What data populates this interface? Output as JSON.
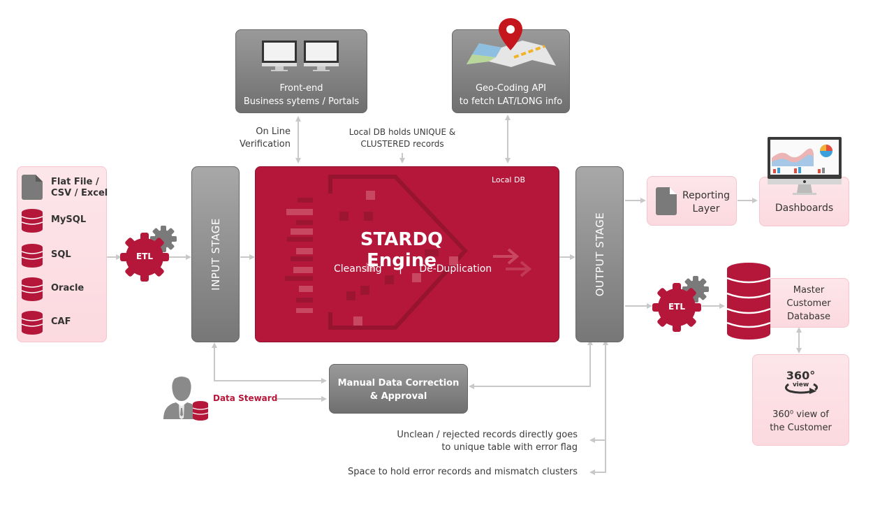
{
  "colors": {
    "brand_red": "#b5173a",
    "connector": "#c8c8c8",
    "stage_grey": "#8a8a8a",
    "pink_bg": "#fde3e8",
    "red_label": "#b5173a"
  },
  "sources": {
    "items": [
      {
        "label_line1": "Flat File /",
        "label_line2": "CSV / Excel",
        "icon": "file-icon"
      },
      {
        "label_line1": "MySQL",
        "icon": "database-icon"
      },
      {
        "label_line1": "SQL",
        "icon": "database-icon"
      },
      {
        "label_line1": "Oracle",
        "icon": "database-icon"
      },
      {
        "label_line1": "CAF",
        "icon": "database-icon"
      }
    ]
  },
  "etl_input": {
    "label": "ETL",
    "icon": "gear-icon"
  },
  "input_stage": {
    "label": "INPUT STAGE"
  },
  "engine": {
    "title": "STARDQ Engine",
    "sub_left": "Cleansing",
    "separator": "|",
    "sub_right": "De-Duplication",
    "corner_label": "Local DB"
  },
  "output_stage": {
    "label": "OUTPUT STAGE"
  },
  "frontend": {
    "line1": "Front-end",
    "line2": "Business sytems / Portals",
    "icon": "monitor-icon"
  },
  "geocoding": {
    "line1": "Geo-Coding API",
    "line2": "to fetch LAT/LONG info",
    "icon": "map-pin-icon"
  },
  "annotations": {
    "online_line1": "On Line",
    "online_line2": "Verification",
    "localdb_line1": "Local DB holds UNIQUE &",
    "localdb_line2": "CLUSTERED records",
    "unclean_line1": "Unclean / rejected records directly goes",
    "unclean_line2": "to unique table with error flag",
    "space": "Space to hold error records and mismatch clusters"
  },
  "reporting": {
    "line1": "Reporting",
    "line2": "Layer",
    "icon": "file-icon"
  },
  "dashboards": {
    "label": "Dashboards",
    "icon": "dashboard-monitor-icon"
  },
  "etl_output": {
    "label": "ETL",
    "icon": "gear-icon"
  },
  "master_db": {
    "line1": "Master",
    "line2": "Customer",
    "line3": "Database",
    "icon": "database-icon"
  },
  "view360": {
    "badge_number": "360°",
    "badge_word": "view",
    "line1": "360⁰ view of",
    "line2": "the Customer"
  },
  "manual": {
    "line1": "Manual Data Correction",
    "line2": "& Approval"
  },
  "steward": {
    "label": "Data Steward",
    "icon": "person-icon"
  }
}
